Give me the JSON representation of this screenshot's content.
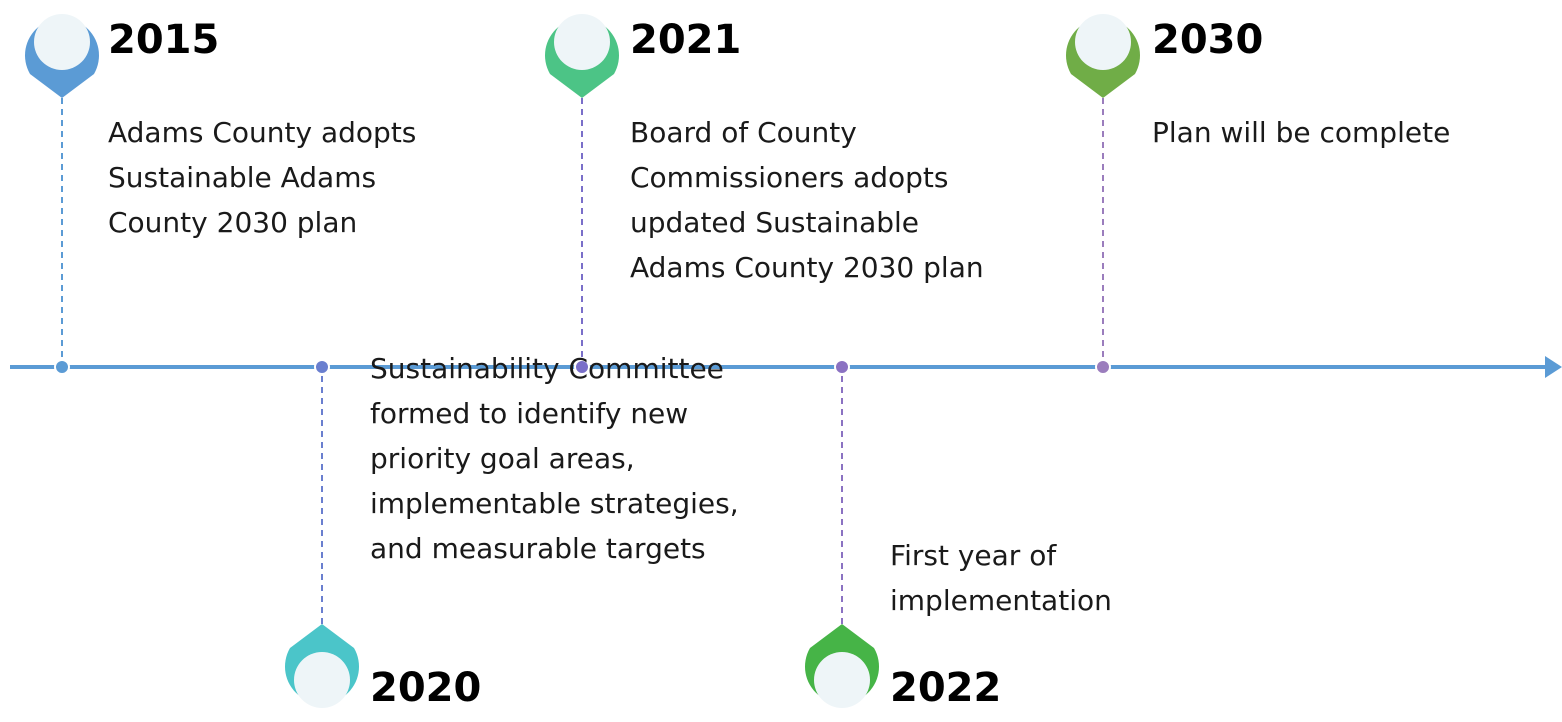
{
  "milestones": [
    {
      "year": "2015",
      "position": "above",
      "color": "#5b9bd5",
      "description": [
        "Adams County adopts",
        "Sustainable Adams",
        "County 2030 plan"
      ]
    },
    {
      "year": "2020",
      "position": "below",
      "color": "#4bc5c9",
      "description": [
        "Sustainability Committee",
        "formed to identify new",
        "priority goal areas,",
        "implementable strategies,",
        "and measurable targets"
      ]
    },
    {
      "year": "2021",
      "position": "above",
      "color": "#4cc486",
      "description": [
        "Board of County",
        "Commissioners adopts",
        "updated Sustainable",
        "Adams County 2030 plan"
      ]
    },
    {
      "year": "2022",
      "position": "below",
      "color": "#46b447",
      "description": [
        "First year of",
        "implementation"
      ]
    },
    {
      "year": "2030",
      "position": "above",
      "color": "#70ad47",
      "description": [
        "Plan will be complete"
      ]
    }
  ],
  "colors": {
    "axis": "#5b9bd5",
    "pin_fill": "#eef5f8",
    "connectors": [
      "#5b9bd5",
      "#6a7fcf",
      "#7a6fc9",
      "#8b72c2",
      "#9b7dbd"
    ]
  }
}
